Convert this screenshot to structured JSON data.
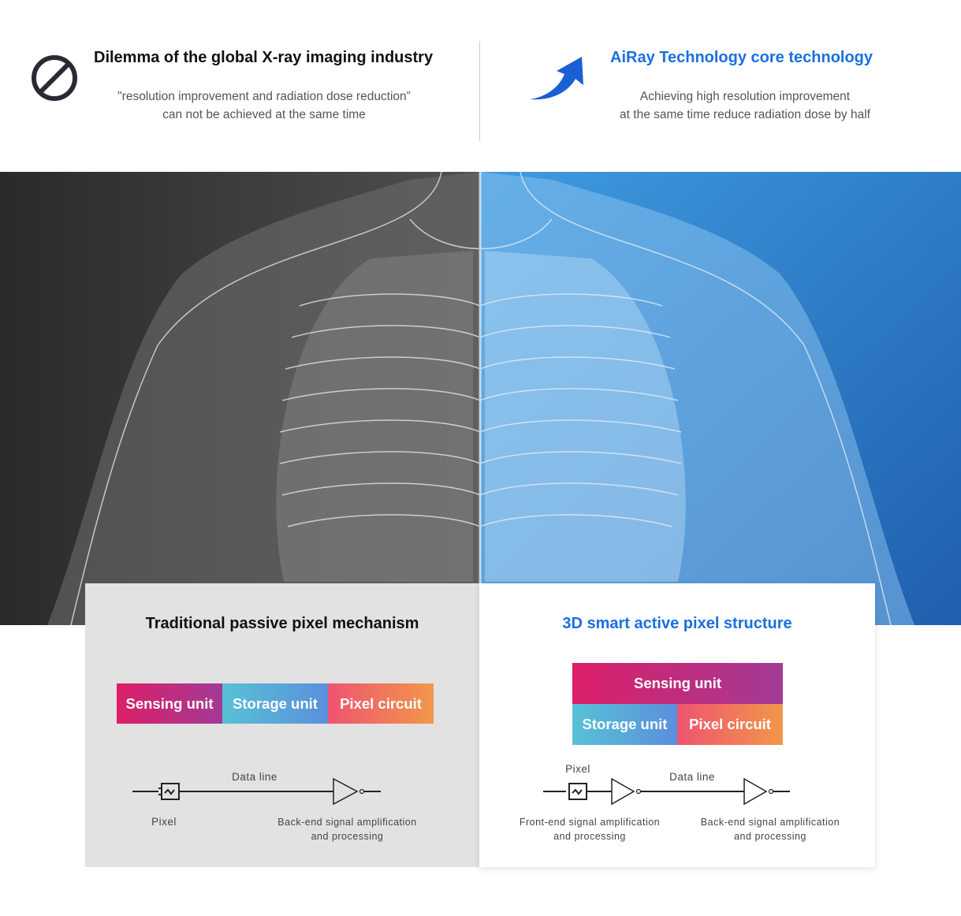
{
  "header": {
    "left": {
      "title": "Dilemma of the global X-ray imaging industry",
      "line1": "\"resolution improvement and radiation dose reduction”",
      "line2": "can not be achieved at the same time",
      "icon": "prohibited-icon"
    },
    "right": {
      "title": "AiRay Technology core technology",
      "line1": "Achieving high resolution improvement",
      "line2": "at the same time reduce radiation dose by half",
      "icon": "upward-arrow-icon",
      "accent": "#1a5fd6"
    }
  },
  "traditional": {
    "title": "Traditional passive pixel mechanism",
    "units": [
      "Sensing unit",
      "Storage unit",
      "Pixel circuit"
    ],
    "data_line": "Data line",
    "pixel": "Pixel",
    "backend_line1": "Back-end signal amplification",
    "backend_line2": "and processing"
  },
  "smart": {
    "title": "3D smart active pixel structure",
    "units": [
      "Sensing unit",
      "Storage unit",
      "Pixel circuit"
    ],
    "pixel": "Pixel",
    "data_line": "Data line",
    "frontend_line1": "Front-end signal amplification",
    "frontend_line2": "and processing",
    "backend_line1": "Back-end signal amplification",
    "backend_line2": "and processing"
  }
}
